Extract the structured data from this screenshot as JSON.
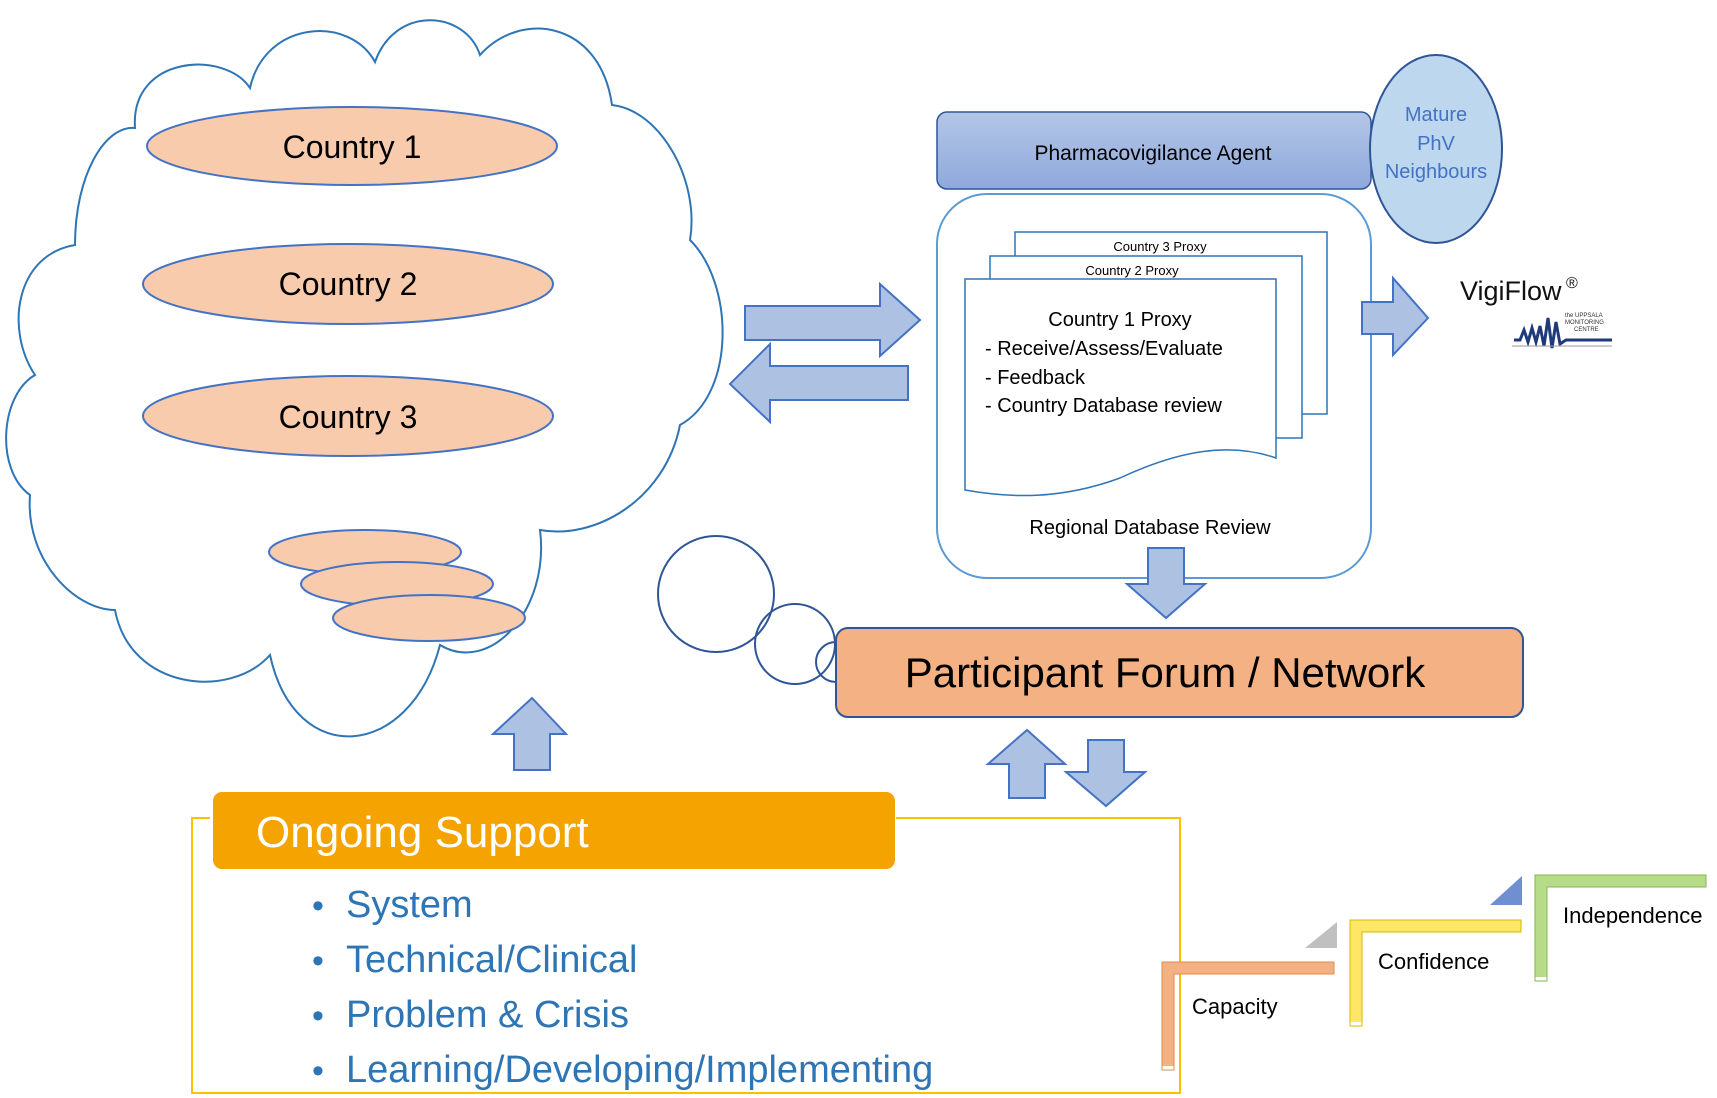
{
  "countries": [
    "Country 1",
    "Country 2",
    "Country 3"
  ],
  "agent": {
    "title": "Pharmacovigilance Agent",
    "neighbours_line1": "Mature",
    "neighbours_line2": "PhV",
    "neighbours_line3": "Neighbours"
  },
  "proxies": {
    "country3": "Country 3 Proxy",
    "country2": "Country 2 Proxy",
    "country1_title": "Country 1 Proxy",
    "country1_items": [
      "- Receive/Assess/Evaluate",
      "- Feedback",
      "- Country Database review"
    ]
  },
  "regional_review": "Regional Database Review",
  "vigiflow": {
    "name": "VigiFlow",
    "mark": "®",
    "logo_line1": "the UPPSALA",
    "logo_line2": "MONITORING",
    "logo_line3": "CENTRE"
  },
  "forum": "Participant Forum / Network",
  "support": {
    "title": "Ongoing Support",
    "items": [
      "System",
      "Technical/Clinical",
      "Problem & Crisis",
      "Learning/Developing/Implementing"
    ]
  },
  "steps": [
    "Capacity",
    "Confidence",
    "Independence"
  ],
  "colors": {
    "country_fill": "#f8cbad",
    "arrow_fill": "#adc2e3",
    "agent_fill": "#8ea9db",
    "neighbours_fill": "#bdd7ee",
    "forum_fill": "#f4b183",
    "support_fill": "#f4a300",
    "step_orange": "#f4b183",
    "step_yellow": "#ffe666",
    "step_green": "#b6dc8a"
  }
}
